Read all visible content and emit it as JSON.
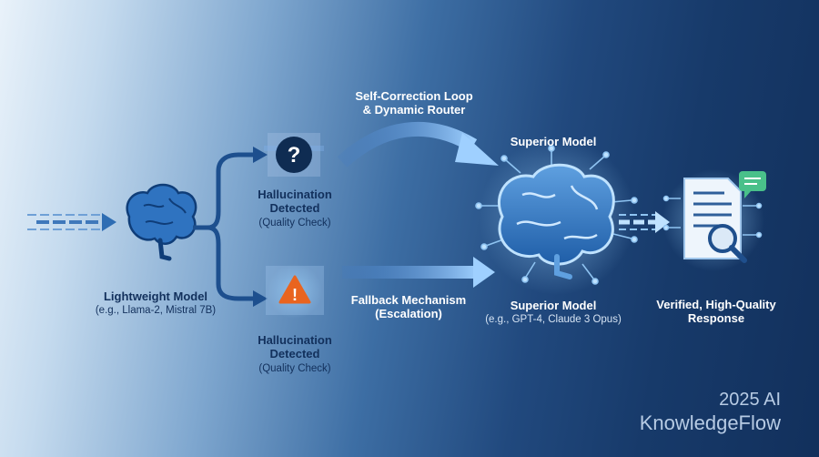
{
  "lightweight": {
    "title": "Lightweight Model",
    "subtitle": "(e.g., Llama-2, Mistral 7B)"
  },
  "detect_top": {
    "title_line1": "Hallucination",
    "title_line2": "Detected",
    "subtitle": "(Quality Check)",
    "glyph": "?"
  },
  "detect_bottom": {
    "title_line1": "Hallucination",
    "title_line2": "Detected",
    "subtitle": "(Quality Check)",
    "glyph": "!"
  },
  "top_arrow": {
    "line1": "Self-Correction Loop",
    "line2": "& Dynamic Router"
  },
  "bottom_arrow": {
    "line1": "Fallback Mechanism",
    "line2": "(Escalation)"
  },
  "superior_top": {
    "title": "Superior Model"
  },
  "superior_bottom": {
    "title": "Superior Model",
    "subtitle": "(e.g., GPT-4, Claude 3 Opus)"
  },
  "output": {
    "line1": "Verified, High-Quality",
    "line2": "Response"
  },
  "brand": {
    "line1": "2025 AI",
    "line2": "KnowledgeFlow"
  },
  "icons": [
    "input-stream-icon",
    "brain-icon",
    "question-mark-icon",
    "warning-icon",
    "large-brain-icon",
    "document-magnifier-icon",
    "chat-bubble-icon"
  ]
}
